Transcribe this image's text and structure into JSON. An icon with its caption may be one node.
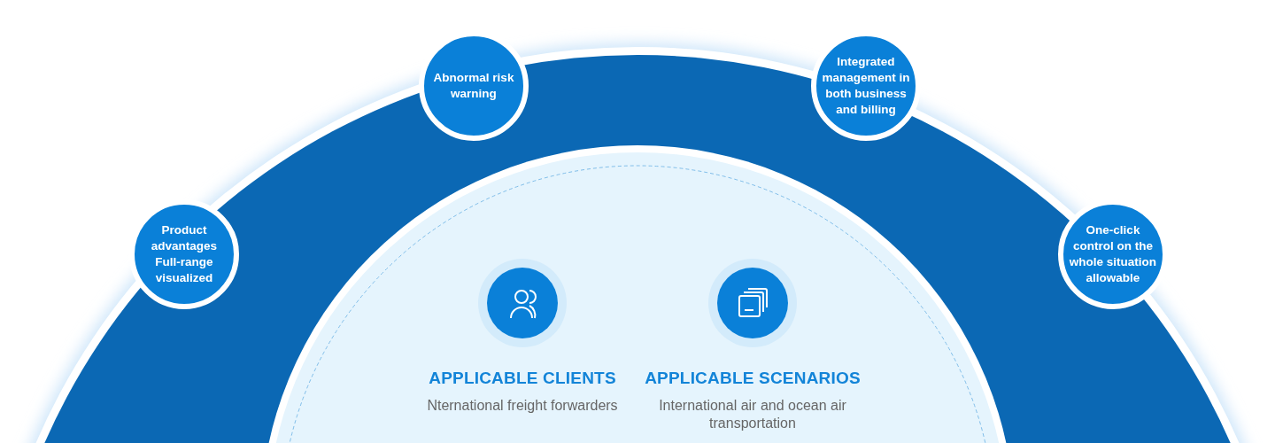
{
  "diagram": {
    "nodes": [
      {
        "text": [
          "Product advantages Full-range visualized"
        ]
      },
      {
        "text": [
          "Abnormal risk warning"
        ]
      },
      {
        "text": [
          "Integrated management in both business and billing"
        ]
      },
      {
        "text": [
          "One-click control on the whole situation allowable"
        ]
      },
      {
        "text": [
          "APPLICABLE CLIENTS",
          "Nternational freight forwarders"
        ]
      },
      {
        "text": [
          "APPLICABLE SCENARIOS",
          "International air and ocean air transportation"
        ]
      }
    ],
    "edges": []
  }
}
